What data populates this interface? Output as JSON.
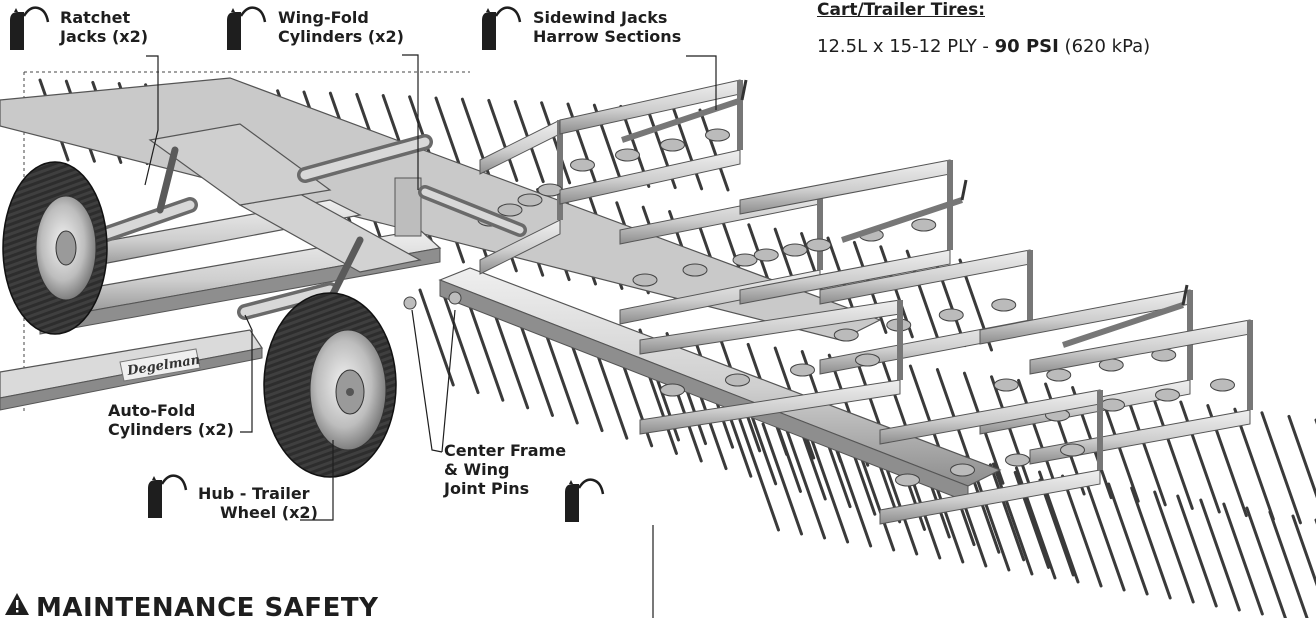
{
  "callouts": {
    "ratchet_jacks": [
      "Ratchet",
      "Jacks (x2)"
    ],
    "wing_fold_cylinders": [
      "Wing-Fold",
      "Cylinders (x2)"
    ],
    "sidewind_jacks": [
      "Sidewind Jacks",
      "Harrow Sections"
    ],
    "auto_fold_cylinders": [
      "Auto-Fold",
      "Cylinders (x2)"
    ],
    "hub_trailer_wheel": [
      "Hub - Trailer",
      "Wheel (x2)"
    ],
    "center_frame_pins": [
      "Center Frame",
      "& Wing",
      "Joint Pins"
    ]
  },
  "tire_spec": {
    "title": "Cart/Trailer Tires:",
    "size": "12.5L x 15-12 PLY - ",
    "pressure": "90 PSI",
    "metric": " (620 kPa)"
  },
  "brand_decal": "Degelman",
  "section_heading": "MAINTENANCE SAFETY",
  "icons": [
    "grease-gun-icon",
    "warning-triangle-icon"
  ],
  "colors": {
    "ink": "#1e1e1e",
    "frame_light": "#d7d7d7",
    "frame_mid": "#9a9a9a",
    "frame_dark": "#5a5a5a",
    "tire": "#2b2b2b"
  }
}
